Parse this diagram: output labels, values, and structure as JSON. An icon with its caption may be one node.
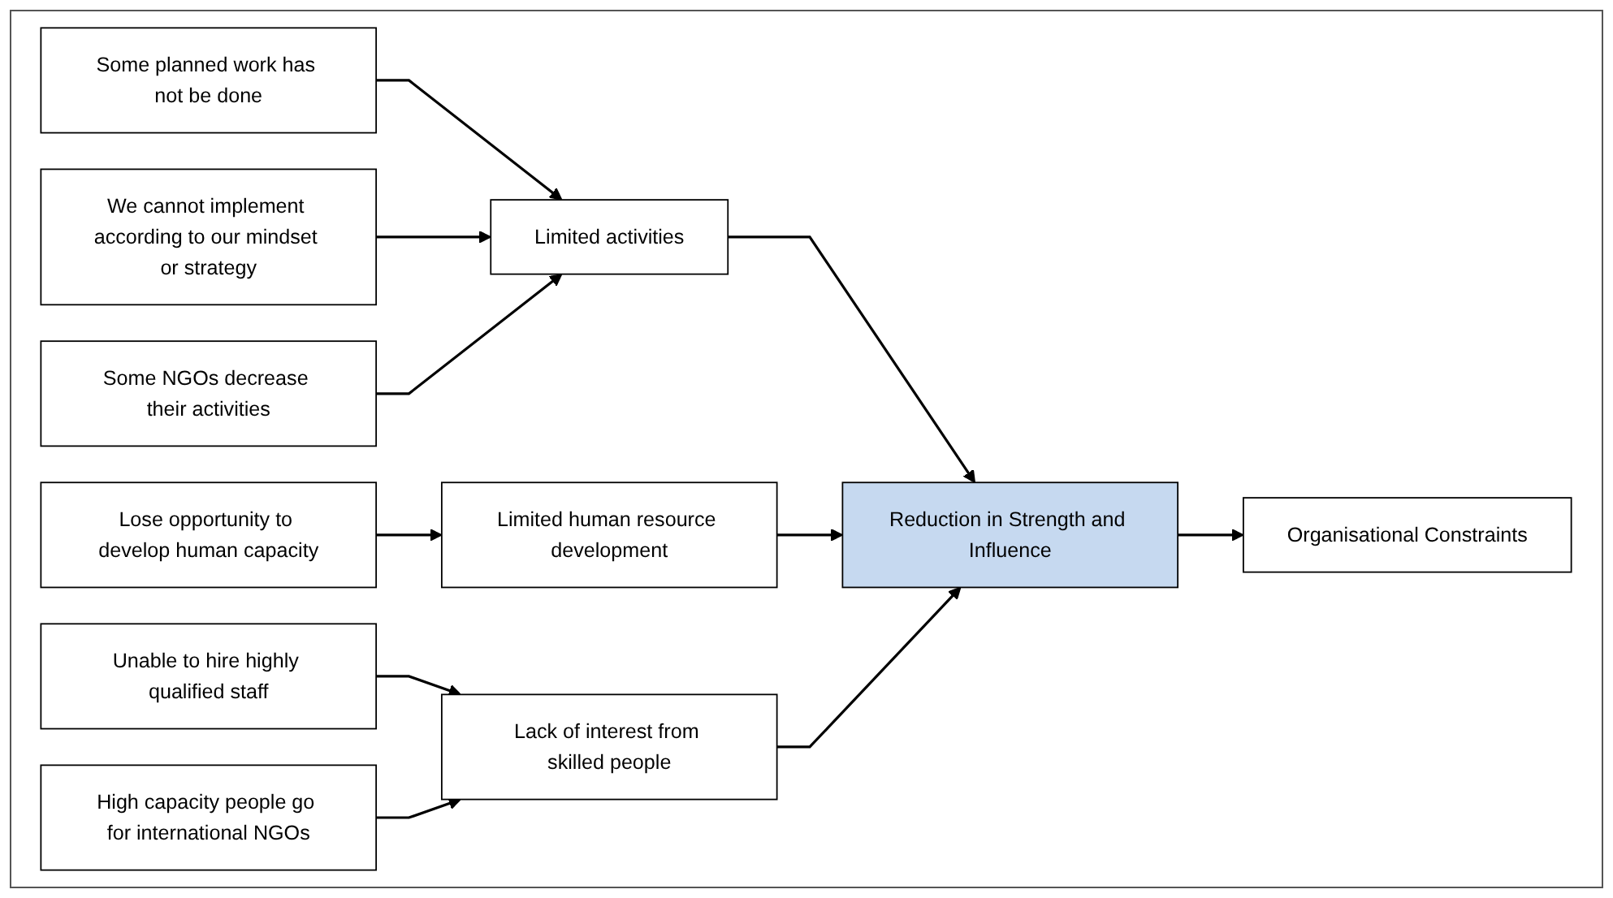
{
  "diagram": {
    "nodes": [
      {
        "text": [
          "Some planned work has not be done"
        ]
      },
      {
        "text": [
          "We cannot implement according to our mindset or strategy"
        ]
      },
      {
        "text": [
          "Some NGOs decrease their activities"
        ]
      },
      {
        "text": [
          "Limited activities"
        ]
      },
      {
        "text": [
          "Lose opportunity to develop human capacity"
        ]
      },
      {
        "text": [
          "Limited human resource development"
        ]
      },
      {
        "text": [
          "Unable to hire highly qualified staff"
        ]
      },
      {
        "text": [
          "High capacity people go for international NGOs"
        ]
      },
      {
        "text": [
          "Lack of interest from skilled people"
        ]
      },
      {
        "text": [
          "Reduction in Strength and Influence"
        ]
      },
      {
        "text": [
          "Organisational Constraints"
        ]
      }
    ],
    "edges": [
      {
        "from": 0,
        "to": 3,
        "arrow": "to"
      },
      {
        "from": 1,
        "to": 3,
        "arrow": "to"
      },
      {
        "from": 2,
        "to": 3,
        "arrow": "to"
      },
      {
        "from": 4,
        "to": 5,
        "arrow": "to"
      },
      {
        "from": 6,
        "to": 8,
        "arrow": "to"
      },
      {
        "from": 7,
        "to": 8,
        "arrow": "to"
      },
      {
        "from": 3,
        "to": 9,
        "arrow": "to"
      },
      {
        "from": 5,
        "to": 9,
        "arrow": "to"
      },
      {
        "from": 8,
        "to": 9,
        "arrow": "to"
      },
      {
        "from": 9,
        "to": 10,
        "arrow": "to"
      }
    ]
  }
}
